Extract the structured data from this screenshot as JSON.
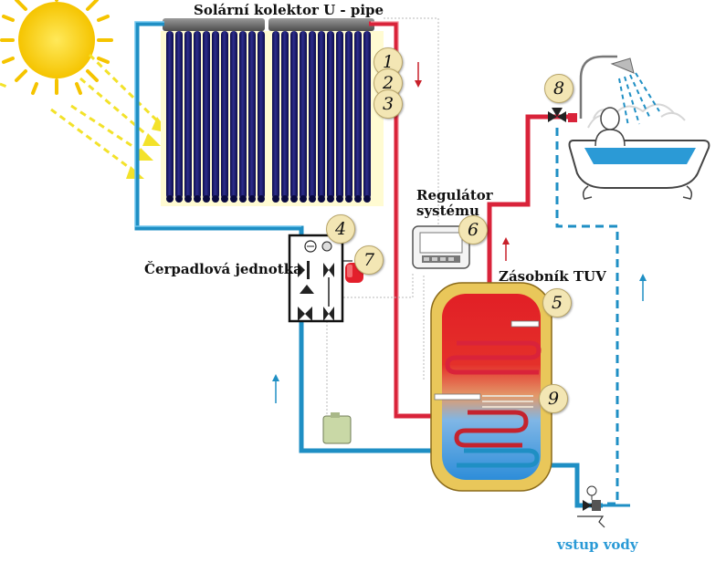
{
  "labels": {
    "collector_title": "Solární kolektor U - pipe",
    "pump_unit": "Čerpadlová jednotka",
    "regulator_line1": "Regulátor",
    "regulator_line2": "systému",
    "tank": "Zásobník TUV",
    "water_inlet": "vstup vody"
  },
  "markers": [
    "1",
    "2",
    "3",
    "4",
    "5",
    "6",
    "7",
    "8",
    "9"
  ],
  "colors": {
    "hot_pipe": "#d9233a",
    "cold_pipe": "#1f8fc4",
    "sun": "#f7d51a",
    "tank_outer": "#e9c75a",
    "tank_hot": "#e3242b",
    "tank_cold": "#2a8fd4",
    "badge_fill": "#f3e6b4",
    "collector_tube": "#1a1a70"
  }
}
